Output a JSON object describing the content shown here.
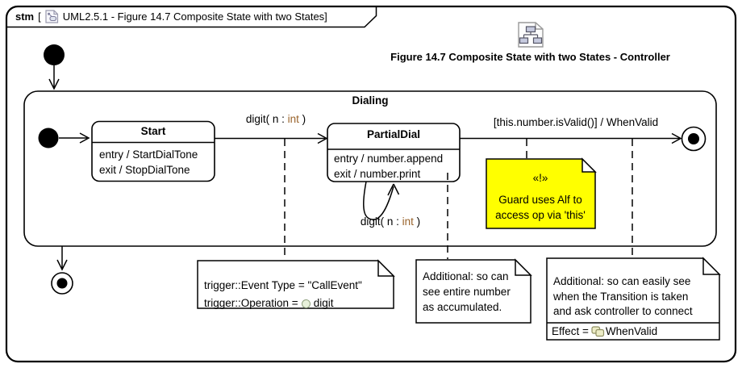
{
  "colors": {
    "note_yellow": "#FFFF00",
    "datatype": "#9A642C",
    "line": "#000000"
  },
  "icons": {
    "frame_kind": "state-machine-diagram-icon",
    "caption": "model-hierarchy-icon",
    "operation": "operation-circle-icon",
    "effect": "behavior-icon"
  },
  "frame": {
    "keyword": "stm",
    "bracket": "[",
    "title": "UML2.5.1 - Figure 14.7 Composite State with two States]"
  },
  "caption": {
    "text": "Figure 14.7 Composite State with two States - Controller"
  },
  "region": {
    "title": "Dialing"
  },
  "states": {
    "start": {
      "name": "Start",
      "entry": "entry / StartDialTone",
      "exit": "exit / StopDialTone"
    },
    "partial_dial": {
      "name": "PartialDial",
      "entry": "entry / number.append",
      "exit": "exit / number.print"
    }
  },
  "transitions": {
    "digit": {
      "prefix": "digit( n : ",
      "type": "int",
      "suffix": " )"
    },
    "to_final": {
      "label": "[this.number.isValid()] / WhenValid"
    }
  },
  "notes": {
    "guard": {
      "stereotype": "«!»",
      "lines": [
        "Guard uses Alf to",
        "access op via 'this'"
      ]
    },
    "trigger": {
      "line1": "trigger::Event Type = \"CallEvent\"",
      "operation_prefix": "trigger::Operation = ",
      "operation_name": "digit"
    },
    "number": {
      "lines": [
        "Additional: so can",
        "see entire number",
        "as accumulated."
      ]
    },
    "effect": {
      "lines": [
        "Additional: so can easily see",
        "when the Transition is taken",
        "and ask controller to connect"
      ],
      "effect_prefix": "Effect = ",
      "effect_name": "WhenValid"
    }
  }
}
